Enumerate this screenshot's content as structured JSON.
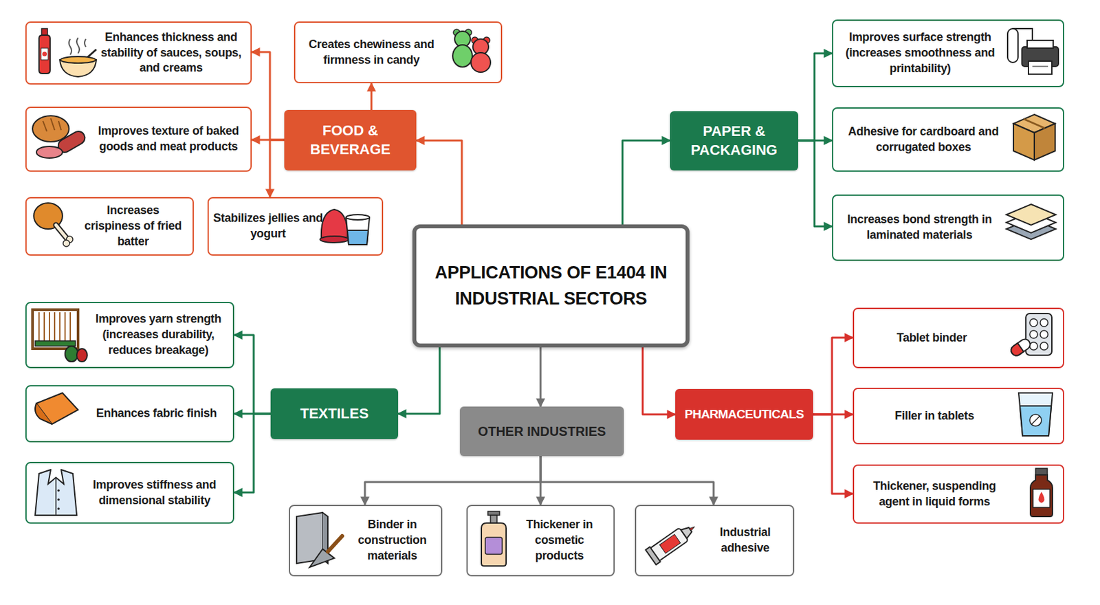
{
  "diagram": {
    "nodes": [
      {
        "text": [
          "APPLICATIONS OF E1404 IN INDUSTRIAL SECTORS"
        ]
      },
      {
        "text": [
          "FOOD & BEVERAGE"
        ]
      },
      {
        "text": [
          "Enhances thickness and stability of sauces, soups, and creams"
        ]
      },
      {
        "text": [
          "Creates chewiness and firmness in candy"
        ]
      },
      {
        "text": [
          "Improves texture of baked goods and meat products"
        ]
      },
      {
        "text": [
          "Increases crispiness of fried batter"
        ]
      },
      {
        "text": [
          "Stabilizes jellies and yogurt"
        ]
      },
      {
        "text": [
          "PAPER & PACKAGING"
        ]
      },
      {
        "text": [
          "Improves surface strength (increases smoothness and printability)"
        ]
      },
      {
        "text": [
          "Adhesive for cardboard and corrugated boxes"
        ]
      },
      {
        "text": [
          "Increases bond strength in laminated materials"
        ]
      },
      {
        "text": [
          "TEXTILES"
        ]
      },
      {
        "text": [
          "Improves yarn strength (increases durability, reduces breakage)"
        ]
      },
      {
        "text": [
          "Enhances fabric finish"
        ]
      },
      {
        "text": [
          "Improves stiffness and dimensional stability"
        ]
      },
      {
        "text": [
          "OTHER INDUSTRIES"
        ]
      },
      {
        "text": [
          "Binder in construction materials"
        ]
      },
      {
        "text": [
          "Thickener in cosmetic products"
        ]
      },
      {
        "text": [
          "Industrial adhesive"
        ]
      },
      {
        "text": [
          "PHARMACEUTICALS"
        ]
      },
      {
        "text": [
          "Tablet binder"
        ]
      },
      {
        "text": [
          "Filler in tablets"
        ]
      },
      {
        "text": [
          "Thickener, suspending agent in liquid forms"
        ]
      }
    ],
    "edges": [
      {
        "from": 0,
        "to": 1,
        "arrow": "to"
      },
      {
        "from": 0,
        "to": 7,
        "arrow": "to"
      },
      {
        "from": 0,
        "to": 11,
        "arrow": "to"
      },
      {
        "from": 0,
        "to": 15,
        "arrow": "to"
      },
      {
        "from": 0,
        "to": 19,
        "arrow": "to"
      },
      {
        "from": 1,
        "to": 2,
        "arrow": "to"
      },
      {
        "from": 1,
        "to": 3,
        "arrow": "to"
      },
      {
        "from": 1,
        "to": 4,
        "arrow": "to"
      },
      {
        "from": 1,
        "to": 6,
        "arrow": "to"
      },
      {
        "from": 7,
        "to": 8,
        "arrow": "to"
      },
      {
        "from": 7,
        "to": 9,
        "arrow": "to"
      },
      {
        "from": 7,
        "to": 10,
        "arrow": "to"
      },
      {
        "from": 11,
        "to": 12,
        "arrow": "to"
      },
      {
        "from": 11,
        "to": 13,
        "arrow": "to"
      },
      {
        "from": 11,
        "to": 14,
        "arrow": "to"
      },
      {
        "from": 15,
        "to": 16,
        "arrow": "to"
      },
      {
        "from": 15,
        "to": 17,
        "arrow": "to"
      },
      {
        "from": 15,
        "to": 18,
        "arrow": "to"
      },
      {
        "from": 19,
        "to": 20,
        "arrow": "to"
      },
      {
        "from": 19,
        "to": 21,
        "arrow": "to"
      },
      {
        "from": 19,
        "to": 22,
        "arrow": "to"
      }
    ]
  }
}
